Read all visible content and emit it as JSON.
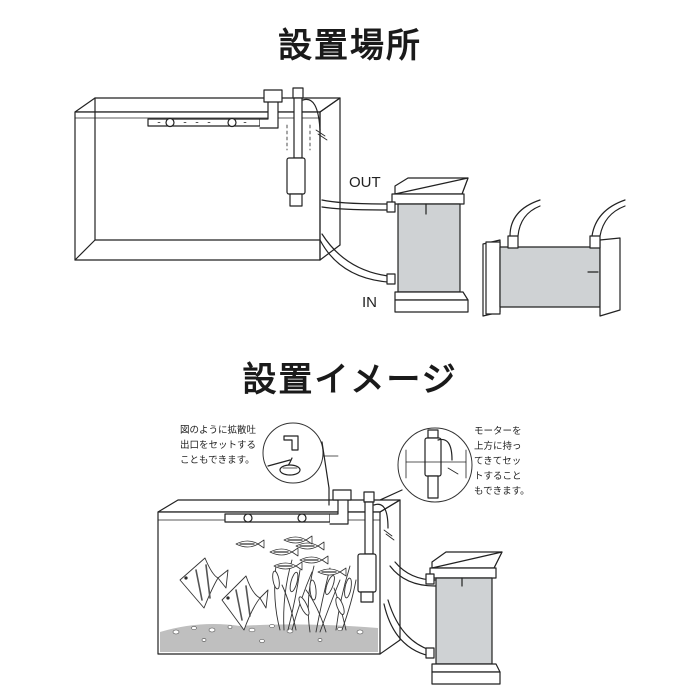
{
  "section_install_location": {
    "title": "設置場所",
    "label_out": "OUT",
    "label_in": "IN"
  },
  "section_install_image": {
    "title": "設置イメージ",
    "note_left": [
      "図のように拡散吐",
      "出口をセットする",
      "こともできます。"
    ],
    "note_right": [
      "モーターを",
      "上方に持っ",
      "てきてセッ",
      "トすること",
      "もできます。"
    ]
  },
  "colors": {
    "line": "#222222",
    "canister_fill": "#cfd2d4",
    "water_tint": "#ffffff"
  }
}
